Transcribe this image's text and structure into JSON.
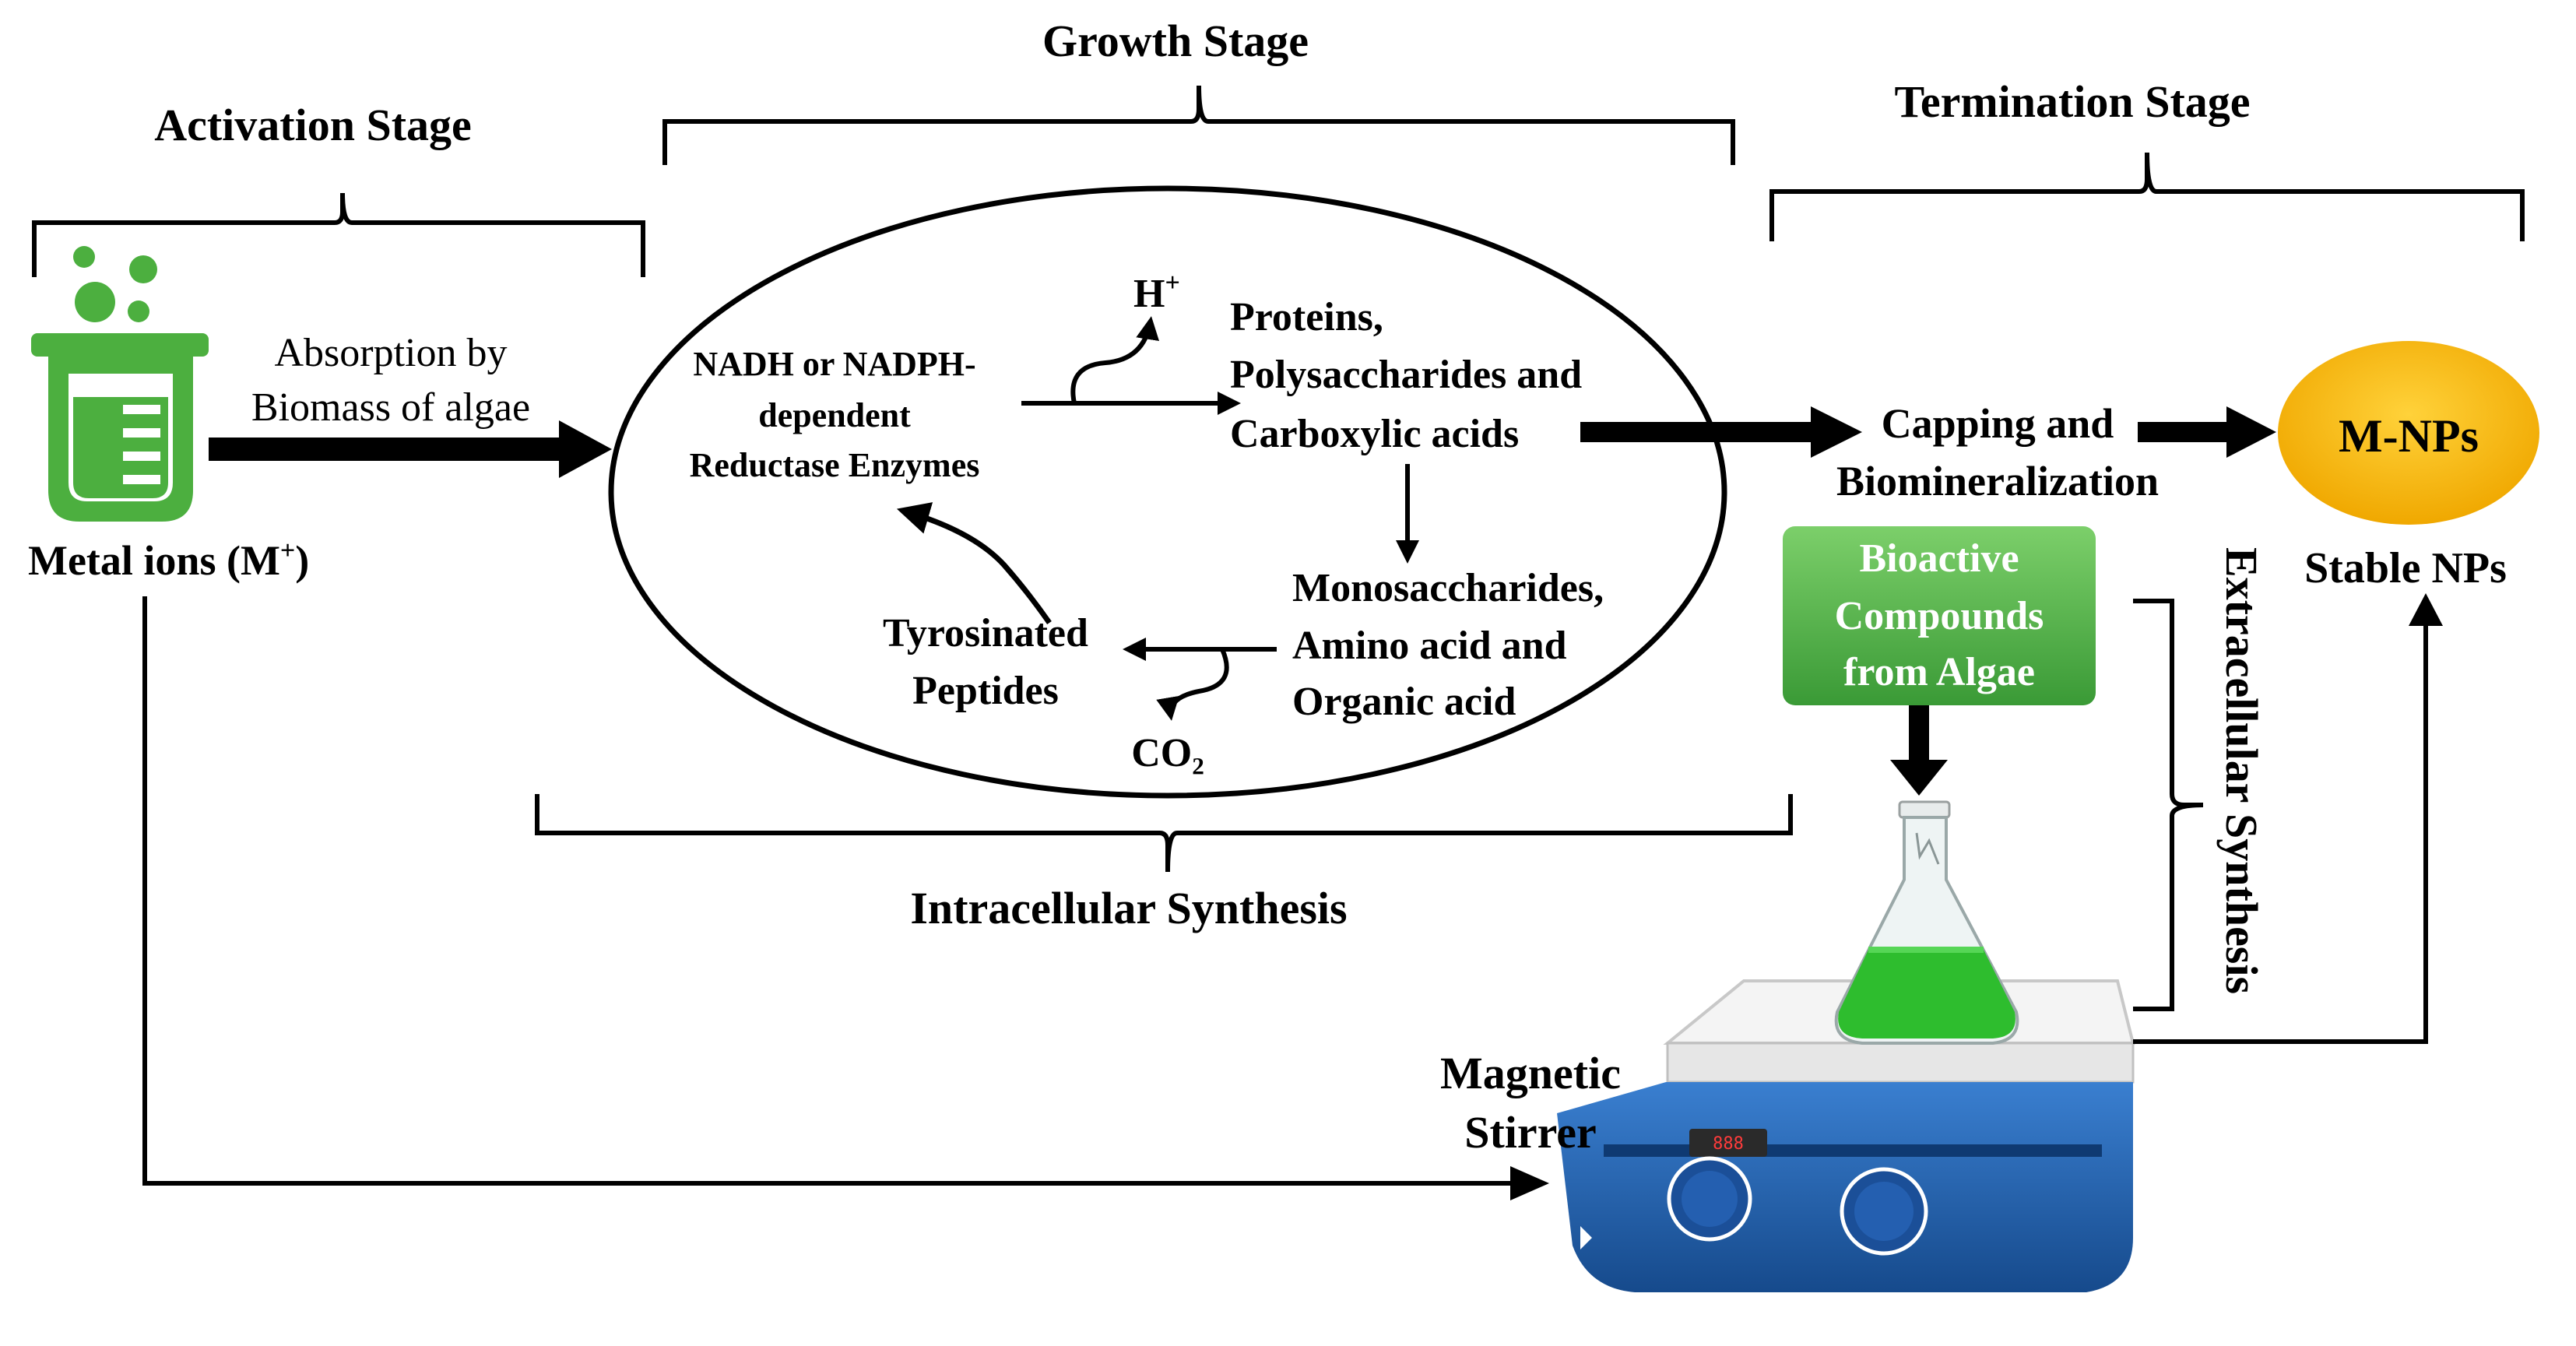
{
  "stages": {
    "activation": "Activation Stage",
    "growth": "Growth Stage",
    "termination": "Termination Stage",
    "intracellular": "Intracellular Synthesis",
    "extracellular": "Extracellular Synthesis"
  },
  "left": {
    "metal_ions": "Metal ions (M",
    "metal_ions_sup": "+",
    "metal_ions_close": ")",
    "absorption_line1": "Absorption by",
    "absorption_line2": "Biomass of algae"
  },
  "cell": {
    "enzyme_line1": "NADH or NADPH-",
    "enzyme_line2": "dependent",
    "enzyme_line3": "Reductase Enzymes",
    "h_plus": "H",
    "h_plus_sup": "+",
    "proteins_line1": "Proteins,",
    "proteins_line2": "Polysaccharides and",
    "proteins_line3": "Carboxylic acids",
    "mono_line1": "Monosaccharides,",
    "mono_line2": "Amino acid and",
    "mono_line3": "Organic acid",
    "tyro_line1": "Tyrosinated",
    "tyro_line2": "Peptides",
    "co2": "CO₂"
  },
  "right": {
    "capping_line1": "Capping and",
    "capping_line2": "Biomineralization",
    "mnps": "M-NPs",
    "stable": "Stable NPs",
    "bioactive_line1": "Bioactive",
    "bioactive_line2": "Compounds",
    "bioactive_line3": "from Algae",
    "stirrer_line1": "Magnetic",
    "stirrer_line2": "Stirrer"
  },
  "colors": {
    "beaker_green": "#4caf3f",
    "bioactive_green": "#4cae4c",
    "mnps_yellow": "#f5b800",
    "stirrer_blue": "#1f5faa",
    "liquid_green": "#2ebd2e"
  }
}
